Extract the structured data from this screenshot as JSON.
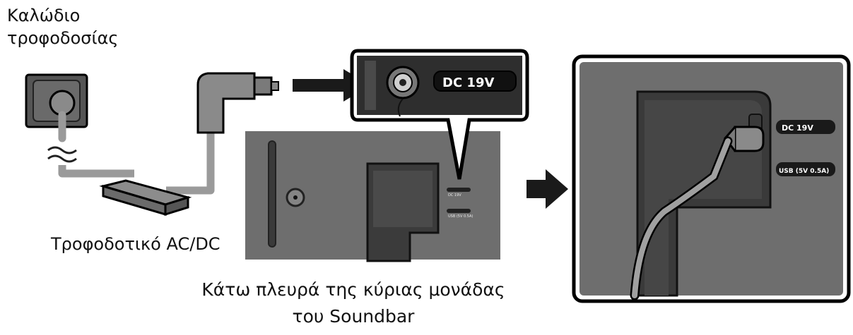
{
  "labels": {
    "power_cable_line1": "Καλώδιο",
    "power_cable_line2": "τροφοδοσίας",
    "adapter": "Τροφοδοτικό AC/DC",
    "bottom_line1": "Κάτω πλευρά της κύριας μονάδας",
    "bottom_line2": "του Soundbar"
  },
  "ports": {
    "dc_zoom": "DC 19V",
    "dc_right": "DC 19V",
    "usb_right": "USB (5V 0.5A)"
  },
  "colors": {
    "panel": "#6e6e6e",
    "dark_panel": "#2e2e2e",
    "cable": "#9a9a9a",
    "outline": "#000000"
  },
  "icons": [
    "power-outlet-icon",
    "ac-wave-icon",
    "power-adapter-icon",
    "dc-plug-icon",
    "arrow-right-icon"
  ]
}
